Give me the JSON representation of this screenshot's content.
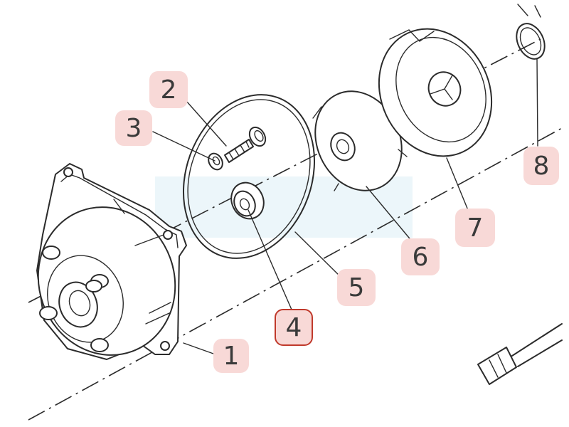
{
  "callouts": [
    {
      "id": "1",
      "label": "1",
      "highlight": false
    },
    {
      "id": "2",
      "label": "2",
      "highlight": false
    },
    {
      "id": "3",
      "label": "3",
      "highlight": false
    },
    {
      "id": "4",
      "label": "4",
      "highlight": true
    },
    {
      "id": "5",
      "label": "5",
      "highlight": false
    },
    {
      "id": "6",
      "label": "6",
      "highlight": false
    },
    {
      "id": "7",
      "label": "7",
      "highlight": false
    },
    {
      "id": "8",
      "label": "8",
      "highlight": false
    }
  ],
  "colors": {
    "callout_fill": "#f8d9d7",
    "highlight_border": "#c0392b",
    "line": "#2b2b2b",
    "watermark": "#d6ebf4"
  }
}
